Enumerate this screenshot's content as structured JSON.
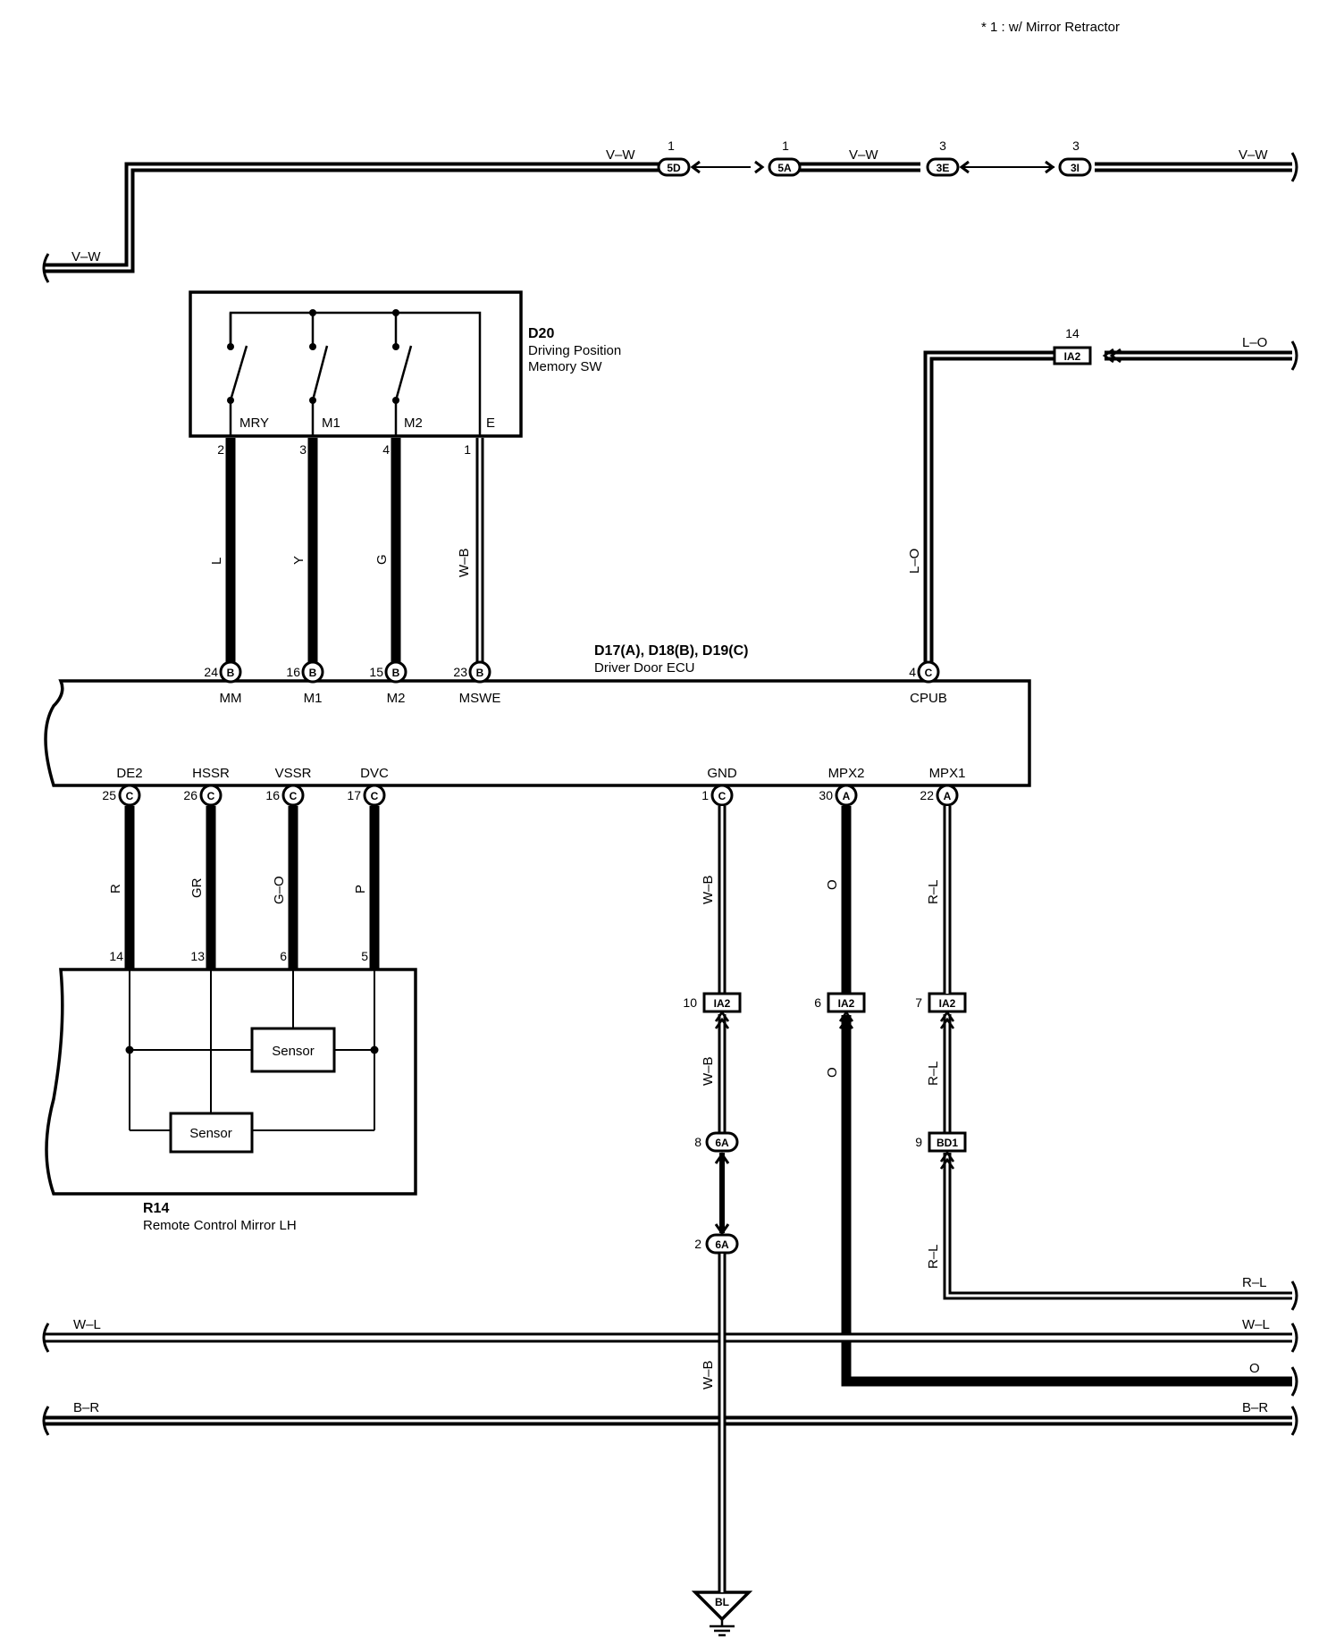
{
  "note": "* 1 : w/ Mirror Retractor",
  "colors": {
    "wire": "#000000",
    "background": "#ffffff"
  },
  "wire_colors": {
    "vw": "V–W",
    "lo": "L–O",
    "l": "L",
    "y": "Y",
    "g": "G",
    "wb": "W–B",
    "r": "R",
    "gr": "GR",
    "go": "G–O",
    "p": "P",
    "o": "O",
    "rl": "R–L",
    "wl": "W–L",
    "br": "B–R"
  },
  "top_connectors": [
    {
      "pin": "1",
      "code": "5D"
    },
    {
      "pin": "1",
      "code": "5A"
    },
    {
      "pin": "3",
      "code": "3E"
    },
    {
      "pin": "3",
      "code": "3I"
    }
  ],
  "d20": {
    "id": "D20",
    "name_line1": "Driving Position",
    "name_line2": "Memory SW",
    "terminals": [
      "MRY",
      "M1",
      "M2",
      "E"
    ],
    "pins": [
      "2",
      "3",
      "4",
      "1"
    ]
  },
  "ecu": {
    "id": "D17(A), D18(B), D19(C)",
    "name": "Driver Door ECU",
    "top_terminals": [
      {
        "pin": "24",
        "conn": "B",
        "name": "MM"
      },
      {
        "pin": "16",
        "conn": "B",
        "name": "M1"
      },
      {
        "pin": "15",
        "conn": "B",
        "name": "M2"
      },
      {
        "pin": "23",
        "conn": "B",
        "name": "MSWE"
      },
      {
        "pin": "4",
        "conn": "C",
        "name": "CPUB"
      }
    ],
    "bottom_terminals": [
      {
        "pin": "25",
        "conn": "C",
        "name": "DE2"
      },
      {
        "pin": "26",
        "conn": "C",
        "name": "HSSR"
      },
      {
        "pin": "16",
        "conn": "C",
        "name": "VSSR"
      },
      {
        "pin": "17",
        "conn": "C",
        "name": "DVC"
      },
      {
        "pin": "1",
        "conn": "C",
        "name": "GND"
      },
      {
        "pin": "30",
        "conn": "A",
        "name": "MPX2"
      },
      {
        "pin": "22",
        "conn": "A",
        "name": "MPX1"
      }
    ]
  },
  "ia2_top": {
    "pin": "14",
    "code": "IA2"
  },
  "r14": {
    "id": "R14",
    "name": "Remote Control Mirror LH",
    "pins": [
      "14",
      "13",
      "6",
      "5"
    ],
    "sensor_label": "Sensor"
  },
  "ia2_row": [
    {
      "pin": "10",
      "code": "IA2"
    },
    {
      "pin": "6",
      "code": "IA2"
    },
    {
      "pin": "7",
      "code": "IA2"
    }
  ],
  "c6a_upper": {
    "pin": "8",
    "code": "6A"
  },
  "c6a_lower": {
    "pin": "2",
    "code": "6A"
  },
  "bd1": {
    "pin": "9",
    "code": "BD1"
  },
  "ground": {
    "code": "BL"
  }
}
